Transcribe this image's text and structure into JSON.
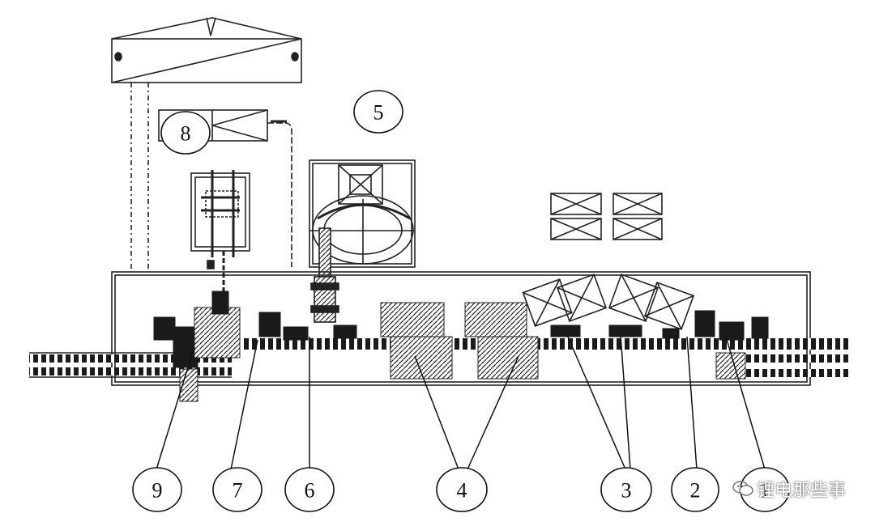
{
  "callouts": [
    "9",
    "7",
    "6",
    "4",
    "3",
    "2",
    "1",
    "8",
    "5"
  ],
  "watermark": {
    "text": "锂电那些事",
    "icon": "wechat-icon"
  },
  "colors": {
    "line": "#222222",
    "fill_dark": "#1a1a1a",
    "background": "#ffffff"
  }
}
